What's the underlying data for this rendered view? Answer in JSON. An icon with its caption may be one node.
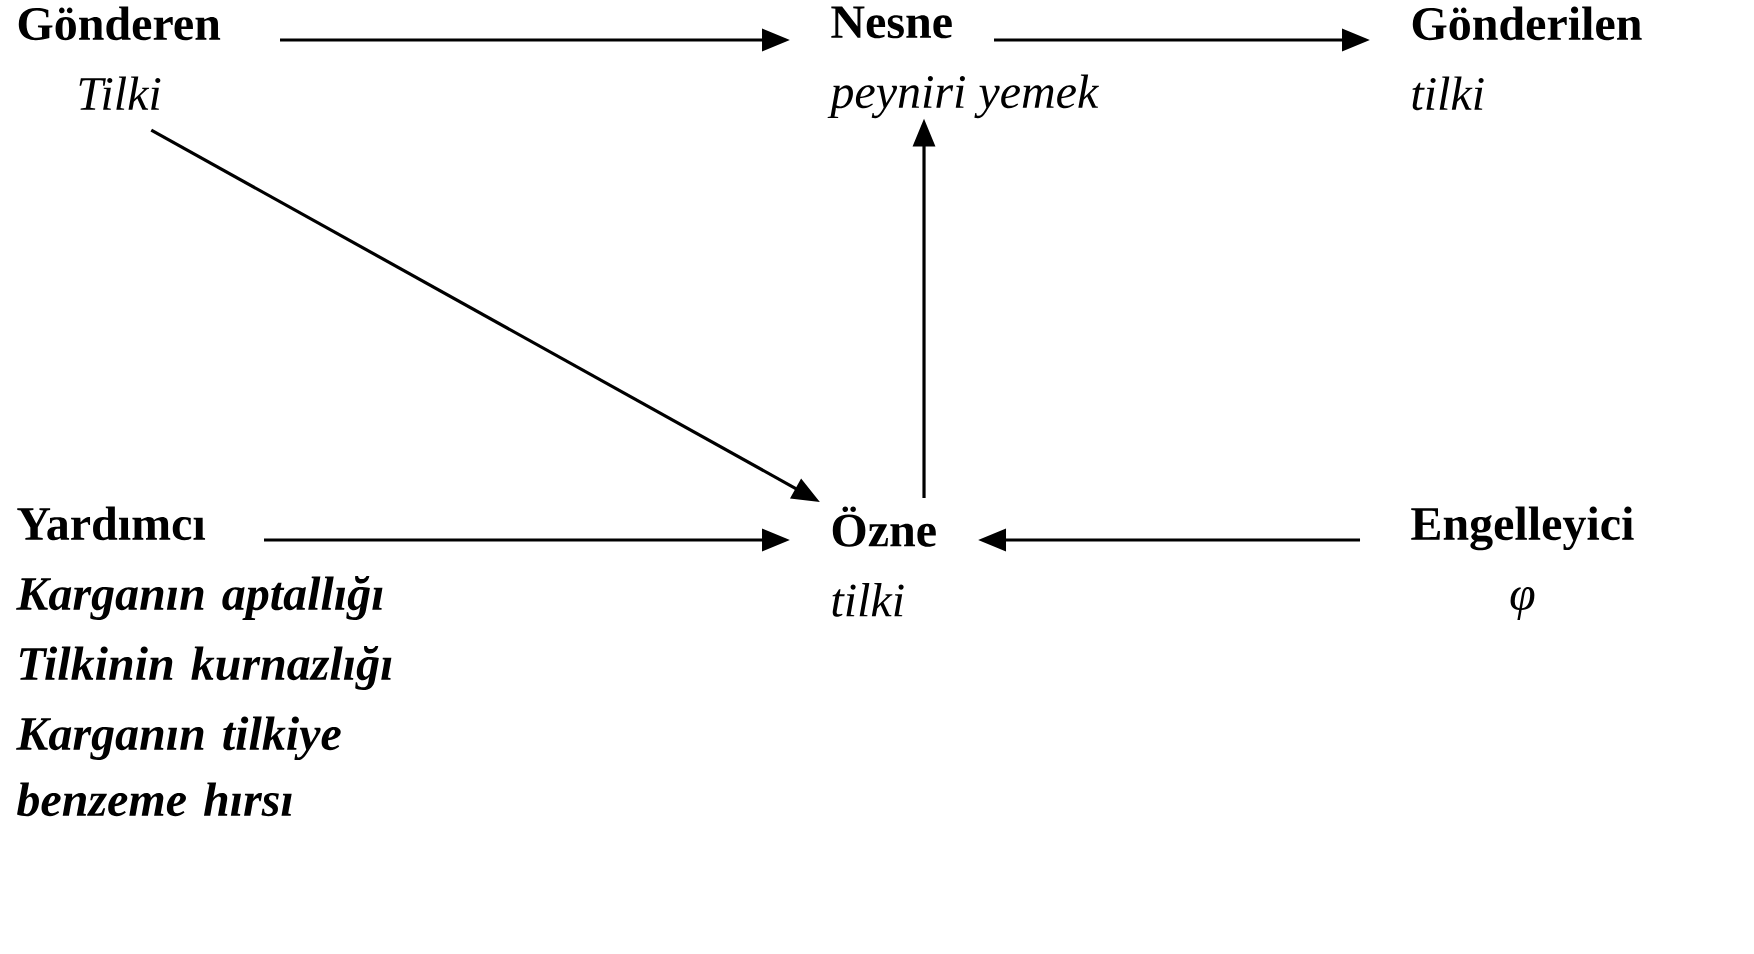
{
  "diagram": {
    "nodes": [
      {
        "text": [
          "Gönderen",
          "Tilki"
        ]
      },
      {
        "text": [
          "Nesne",
          "peyniri yemek"
        ]
      },
      {
        "text": [
          "Gönderilen",
          "tilki"
        ]
      },
      {
        "text": [
          "Yardımcı",
          "Karganın aptallığı",
          "Tilkinin kurnazlığı",
          "Karganın tilkiye benzeme hırsı"
        ]
      },
      {
        "text": [
          "Özne",
          "tilki"
        ]
      },
      {
        "text": [
          "Engelleyici",
          "φ"
        ]
      }
    ],
    "edges": [
      {
        "from": 0,
        "to": 1,
        "arrow": "to"
      },
      {
        "from": 1,
        "to": 2,
        "arrow": "to"
      },
      {
        "from": 0,
        "to": 4,
        "arrow": "to"
      },
      {
        "from": 4,
        "to": 1,
        "arrow": "to"
      },
      {
        "from": 3,
        "to": 4,
        "arrow": "to"
      },
      {
        "from": 5,
        "to": 4,
        "arrow": "to"
      }
    ]
  }
}
